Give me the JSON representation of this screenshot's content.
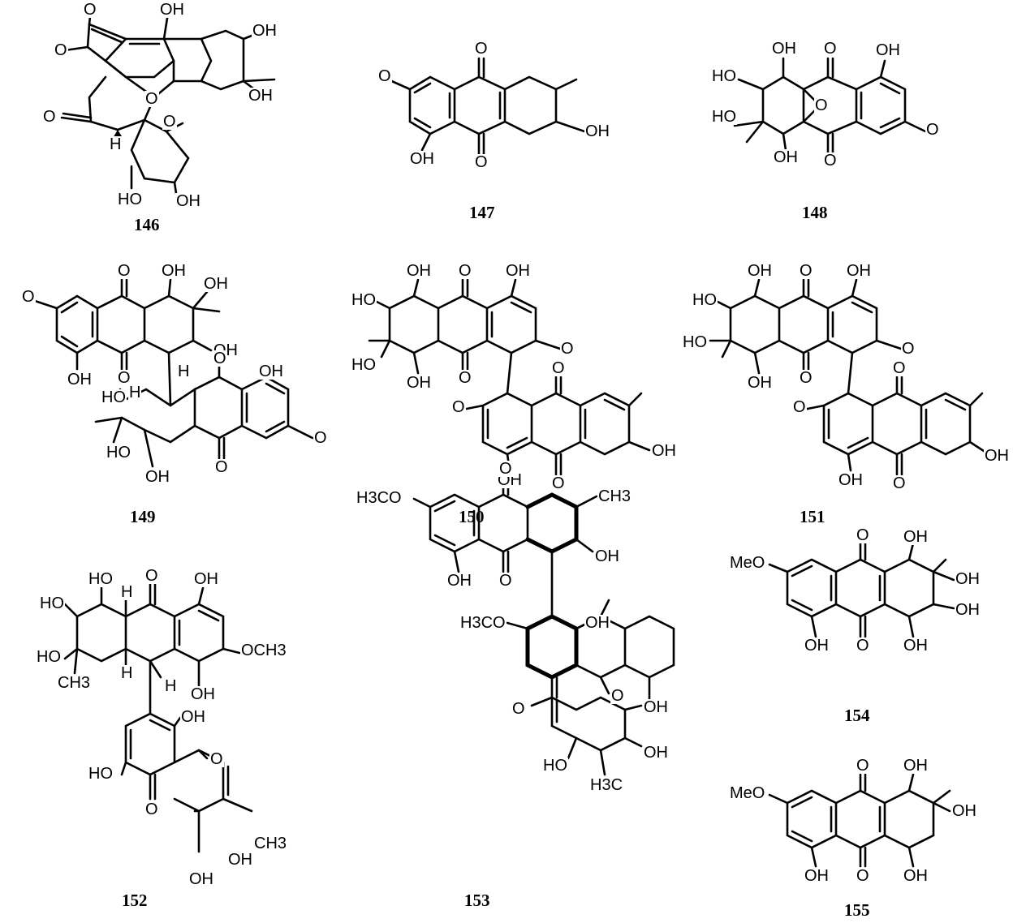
{
  "compounds": [
    {
      "id": "146",
      "atoms": {
        "o1": "O",
        "oh1": "OH",
        "oh2": "OH",
        "oh3": "OH",
        "ome": "O",
        "o2": "O",
        "o3": "O",
        "h": "H",
        "o4": "O",
        "oh4": "HO",
        "oh5": "OH"
      }
    },
    {
      "id": "147",
      "atoms": {
        "ome": "O",
        "o1": "O",
        "o2": "O",
        "oh1": "OH",
        "oh2": "OH"
      }
    },
    {
      "id": "148",
      "atoms": {
        "oh1": "OH",
        "oh2": "HO",
        "oh3": "HO",
        "o1": "O",
        "o2": "O",
        "o3": "O",
        "oh4": "OH",
        "oh5": "OH",
        "ome": "O"
      }
    },
    {
      "id": "149",
      "atoms": {
        "ome1": "O",
        "o1": "O",
        "oh1": "OH",
        "oh2": "OH",
        "oh3": "OH",
        "h1": "H",
        "o2": "O",
        "oh4": "OH",
        "h2": "H",
        "oh5": "HO",
        "oh6": "OH",
        "o3": "O",
        "oh7": "HO",
        "oh8": "OH",
        "o4": "O",
        "ome2": "O"
      }
    },
    {
      "id": "150",
      "atoms": {
        "oh1": "OH",
        "oh2": "HO",
        "o1": "O",
        "oh3": "OH",
        "oh4": "HO",
        "oh5": "OH",
        "o2": "O",
        "ome1": "O",
        "ome2": "O",
        "o3": "O",
        "oh6": "OH",
        "oh7": "OH",
        "o4": "O"
      }
    },
    {
      "id": "151",
      "atoms": {
        "oh1": "OH",
        "oh2": "HO",
        "o1": "O",
        "oh3": "OH",
        "oh4": "HO",
        "oh5": "OH",
        "o2": "O",
        "ome1": "O",
        "ome2": "O",
        "o3": "O",
        "oh6": "OH",
        "oh7": "OH",
        "o4": "O"
      }
    },
    {
      "id": "152",
      "atoms": {
        "oh1": "HO",
        "o1": "O",
        "oh2": "OH",
        "h1": "H",
        "oh3": "HO",
        "oh4": "HO",
        "och3": "OCH3",
        "ch3": "CH3",
        "h2": "H",
        "h3": "H",
        "oh5": "OH",
        "oh6": "OH",
        "oh7": "HO",
        "o2": "O",
        "o3": "O",
        "ch3b": "CH3",
        "oh8": "OH",
        "oh9": "OH"
      }
    },
    {
      "id": "153",
      "atoms": {
        "h3co1": "H3CO",
        "o1": "O",
        "ch3": "CH3",
        "oh1": "OH",
        "oh2": "OH",
        "o2": "O",
        "h3co2": "H3CO",
        "oh3": "OH",
        "o3": "O",
        "o4": "O",
        "oh4": "OH",
        "oh5": "HO",
        "oh6": "OH",
        "h3c": "H3C"
      }
    },
    {
      "id": "154",
      "atoms": {
        "meo": "MeO",
        "o1": "O",
        "oh1": "OH",
        "oh2": "OH",
        "oh3": "OH",
        "oh4": "OH",
        "o2": "O",
        "oh5": "OH"
      }
    },
    {
      "id": "155",
      "atoms": {
        "meo": "MeO",
        "o1": "O",
        "oh1": "OH",
        "oh2": "OH",
        "oh3": "OH",
        "o2": "O",
        "oh4": "OH"
      }
    }
  ]
}
